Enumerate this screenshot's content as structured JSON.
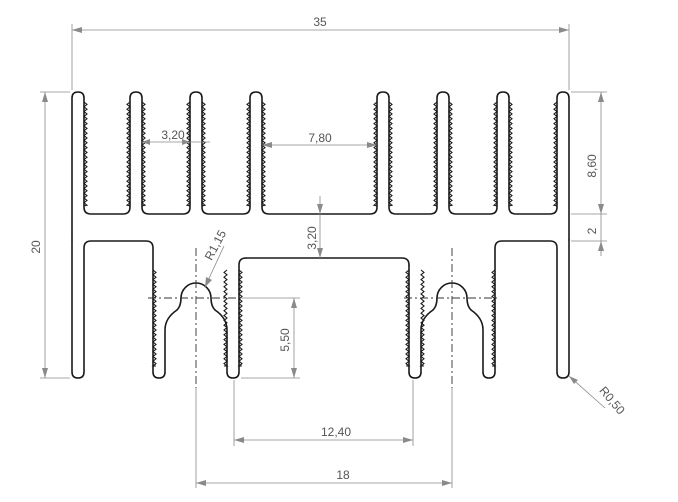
{
  "drawing": {
    "dimensions": {
      "overall_width": "35",
      "overall_height": "20",
      "fin_gap": "3,20",
      "center_gap": "7,80",
      "base_thickness": "3,20",
      "fin_height": "8,60",
      "rail_thickness": "2",
      "groove_radius": "R1,15",
      "groove_depth": "5,50",
      "channel_width": "12,40",
      "groove_spacing": "18",
      "tip_radius": "R0,50"
    }
  }
}
